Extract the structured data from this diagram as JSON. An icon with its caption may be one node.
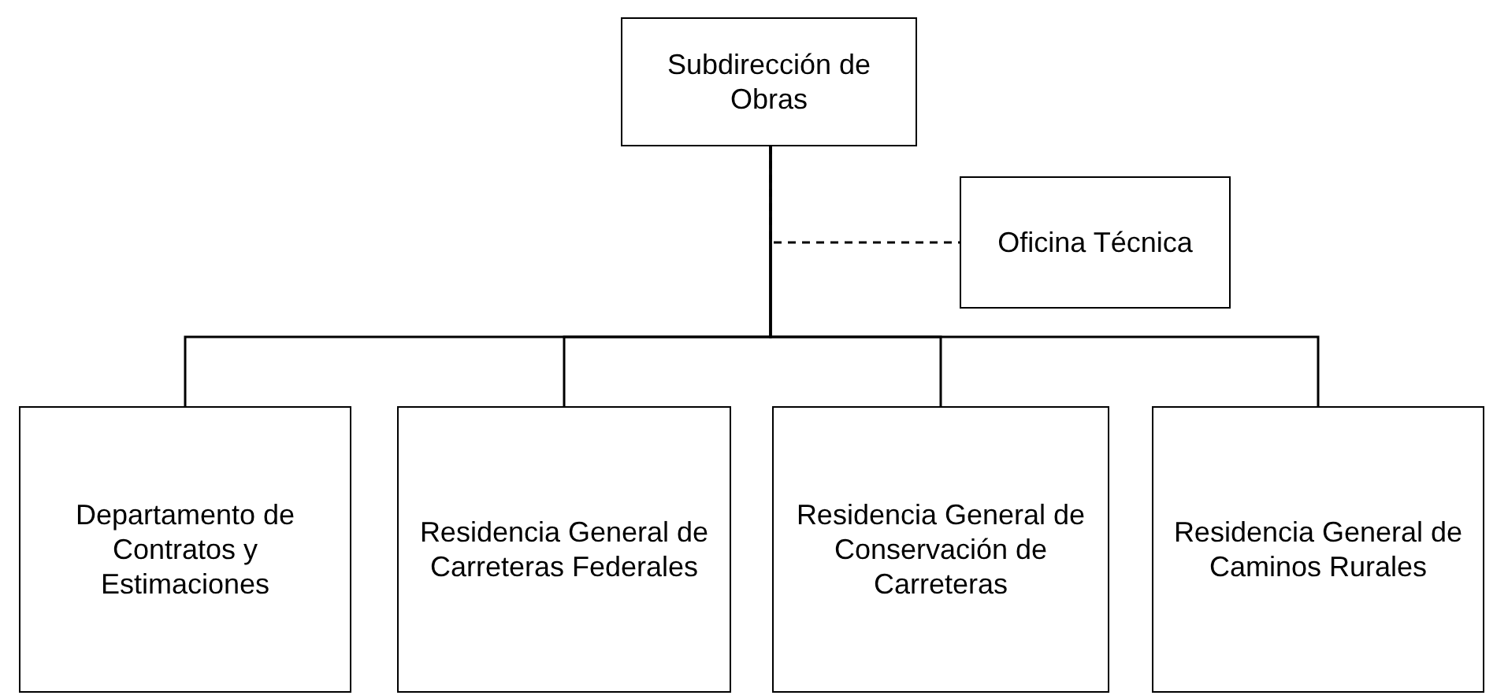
{
  "diagram": {
    "nodes": [
      {
        "text": [
          "Subdirección de Obras"
        ]
      },
      {
        "text": [
          "Oficina Técnica"
        ]
      },
      {
        "text": [
          "Departamento de Contratos y Estimaciones"
        ]
      },
      {
        "text": [
          "Residencia General de Carreteras Federales"
        ]
      },
      {
        "text": [
          "Residencia General de Conservación de Carreteras"
        ]
      },
      {
        "text": [
          "Residencia General de Caminos Rurales"
        ]
      }
    ],
    "edges": [
      {
        "from": 0,
        "to": 1,
        "arrow": "none",
        "style": "dashed"
      },
      {
        "from": 0,
        "to": 2,
        "arrow": "none"
      },
      {
        "from": 0,
        "to": 3,
        "arrow": "none"
      },
      {
        "from": 0,
        "to": 4,
        "arrow": "none"
      },
      {
        "from": 0,
        "to": 5,
        "arrow": "none"
      }
    ]
  }
}
